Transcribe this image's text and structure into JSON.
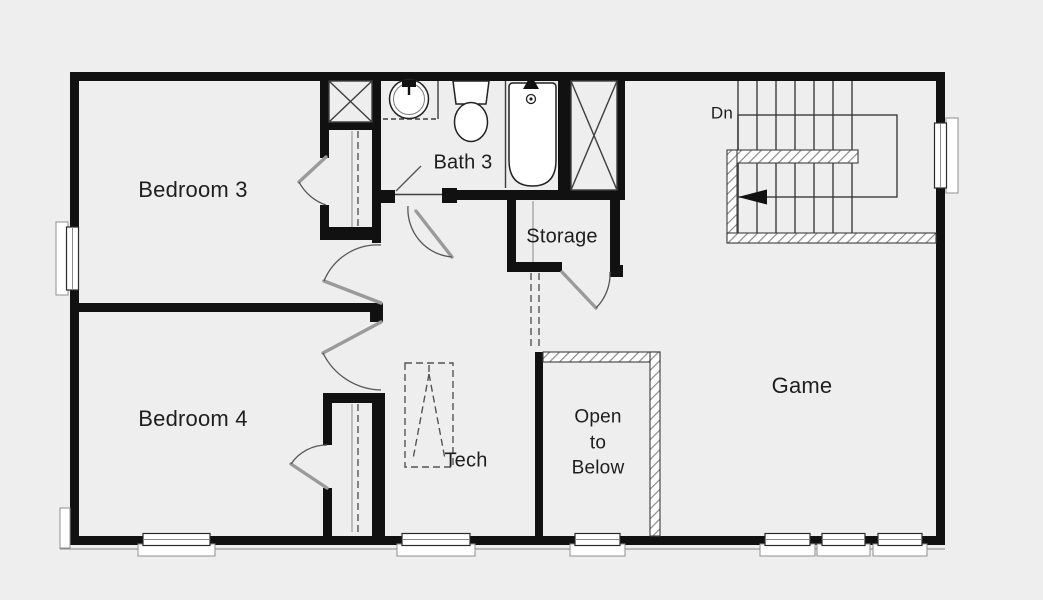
{
  "drawing": {
    "kind": "floor-plan",
    "labels": {
      "bedroom3": "Bedroom 3",
      "bedroom4": "Bedroom 4",
      "bath3": "Bath 3",
      "storage": "Storage",
      "tech": "Tech",
      "open_to_below": "Open\nto\nBelow",
      "game": "Game",
      "stairs_direction": "Dn"
    },
    "stairs": {
      "direction_label": "Dn",
      "tread_lines": 7,
      "arrow_direction": "left"
    },
    "fixtures": {
      "bathtub": "bathtub-icon",
      "toilet": "toilet-icon",
      "sink": "sink-vanity-icon",
      "linen_closets": "x-brace-closet",
      "attic_access": "dashed-attic-access-icon",
      "closet_rods": "dashed-rod-line"
    },
    "windows": {
      "bottom_wall": 6,
      "left_wall": 1,
      "right_wall": 1
    },
    "colors": {
      "background": "#eeeeef",
      "wall": "#111111",
      "line": "#3d3d3d",
      "door_leaf": "#9a9a9a",
      "text": "#1e1e1e",
      "window_fill": "#ffffff",
      "hatch": "#8a8a8a"
    }
  }
}
